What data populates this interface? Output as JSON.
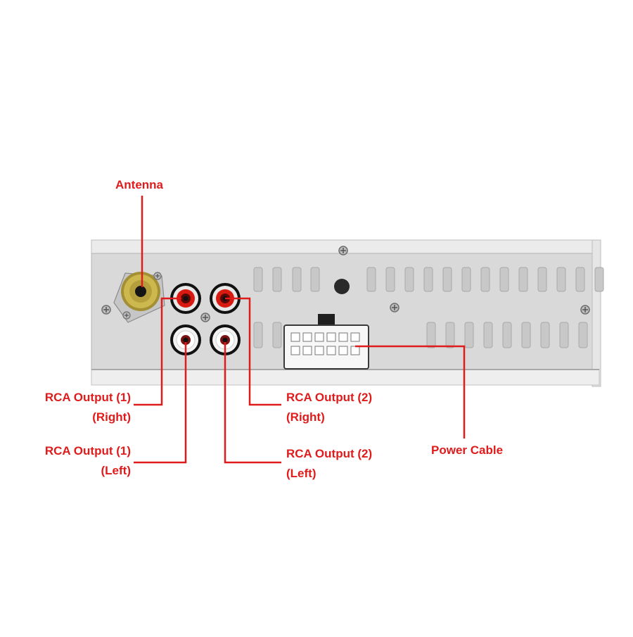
{
  "colors": {
    "callout": "#e01b1b",
    "panel": "#dcdcdc",
    "panel_edge": "#b9b9b9",
    "rail": "#e8e8e8",
    "slot": "#c9c9c9",
    "antenna": "#c9b54a",
    "rca_red": "#d81a10",
    "rca_white": "#f4f4f4",
    "connector": "#f7f7f7"
  },
  "labels": {
    "antenna": "Antenna",
    "rca1_right_line1": "RCA Output (1)",
    "rca1_right_line2": "(Right)",
    "rca1_left_line1": "RCA Output (1)",
    "rca1_left_line2": "(Left)",
    "rca2_right_line1": "RCA Output (2)",
    "rca2_right_line2": "(Right)",
    "rca2_left_line1": "RCA Output (2)",
    "rca2_left_line2": "(Left)",
    "power_cable": "Power Cable"
  },
  "icons": {
    "antenna_socket": "antenna-socket-icon",
    "rca_jack": "rca-jack-icon",
    "power_connector": "wiring-harness-connector-icon",
    "screw": "screw-icon"
  }
}
